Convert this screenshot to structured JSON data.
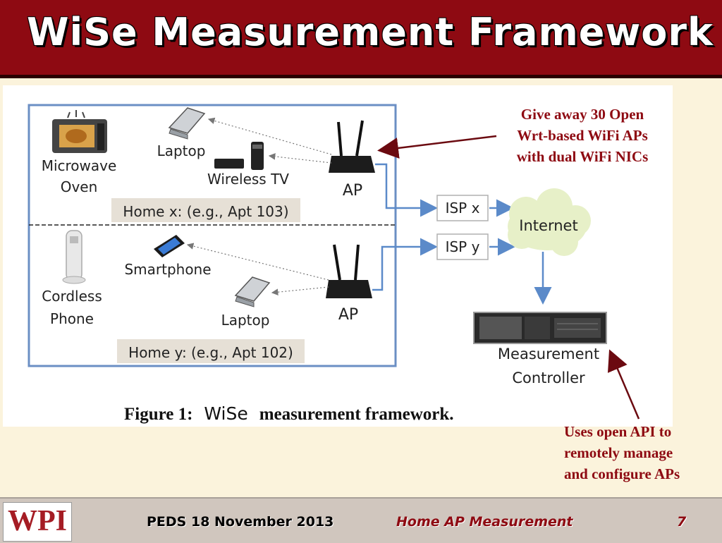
{
  "slide": {
    "title": "WiSe Measurement Framework",
    "footer_left": "PEDS 18 November 2013",
    "footer_center": "Home AP Measurement",
    "page_number": "7",
    "logo_text": "WPI"
  },
  "annotations": {
    "ap_note": [
      "Give away 30 Open",
      "Wrt-based WiFi APs",
      "with dual WiFi NICs"
    ],
    "controller_note": [
      "Uses open API to",
      "remotely manage",
      "and configure APs"
    ]
  },
  "diagram": {
    "home_x": {
      "label": "Home x: (e.g., Apt 103)",
      "microwave_line1": "Microwave",
      "microwave_line2": "Oven",
      "laptop": "Laptop",
      "wireless_tv": "Wireless TV",
      "ap": "AP"
    },
    "home_y": {
      "label": "Home y: (e.g., Apt 102)",
      "cordless_line1": "Cordless",
      "cordless_line2": "Phone",
      "smartphone": "Smartphone",
      "laptop": "Laptop",
      "ap": "AP"
    },
    "isp_x": "ISP x",
    "isp_y": "ISP y",
    "internet": "Internet",
    "controller_line1": "Measurement",
    "controller_line2": "Controller",
    "caption_bold1": "Figure 1:",
    "caption_plain": "WiSe",
    "caption_bold2": "measurement framework."
  },
  "colors": {
    "title_bar": "#8e0a12",
    "background": "#fbf3dc",
    "accent": "#8e0a12",
    "link": "#5b8ac9"
  }
}
